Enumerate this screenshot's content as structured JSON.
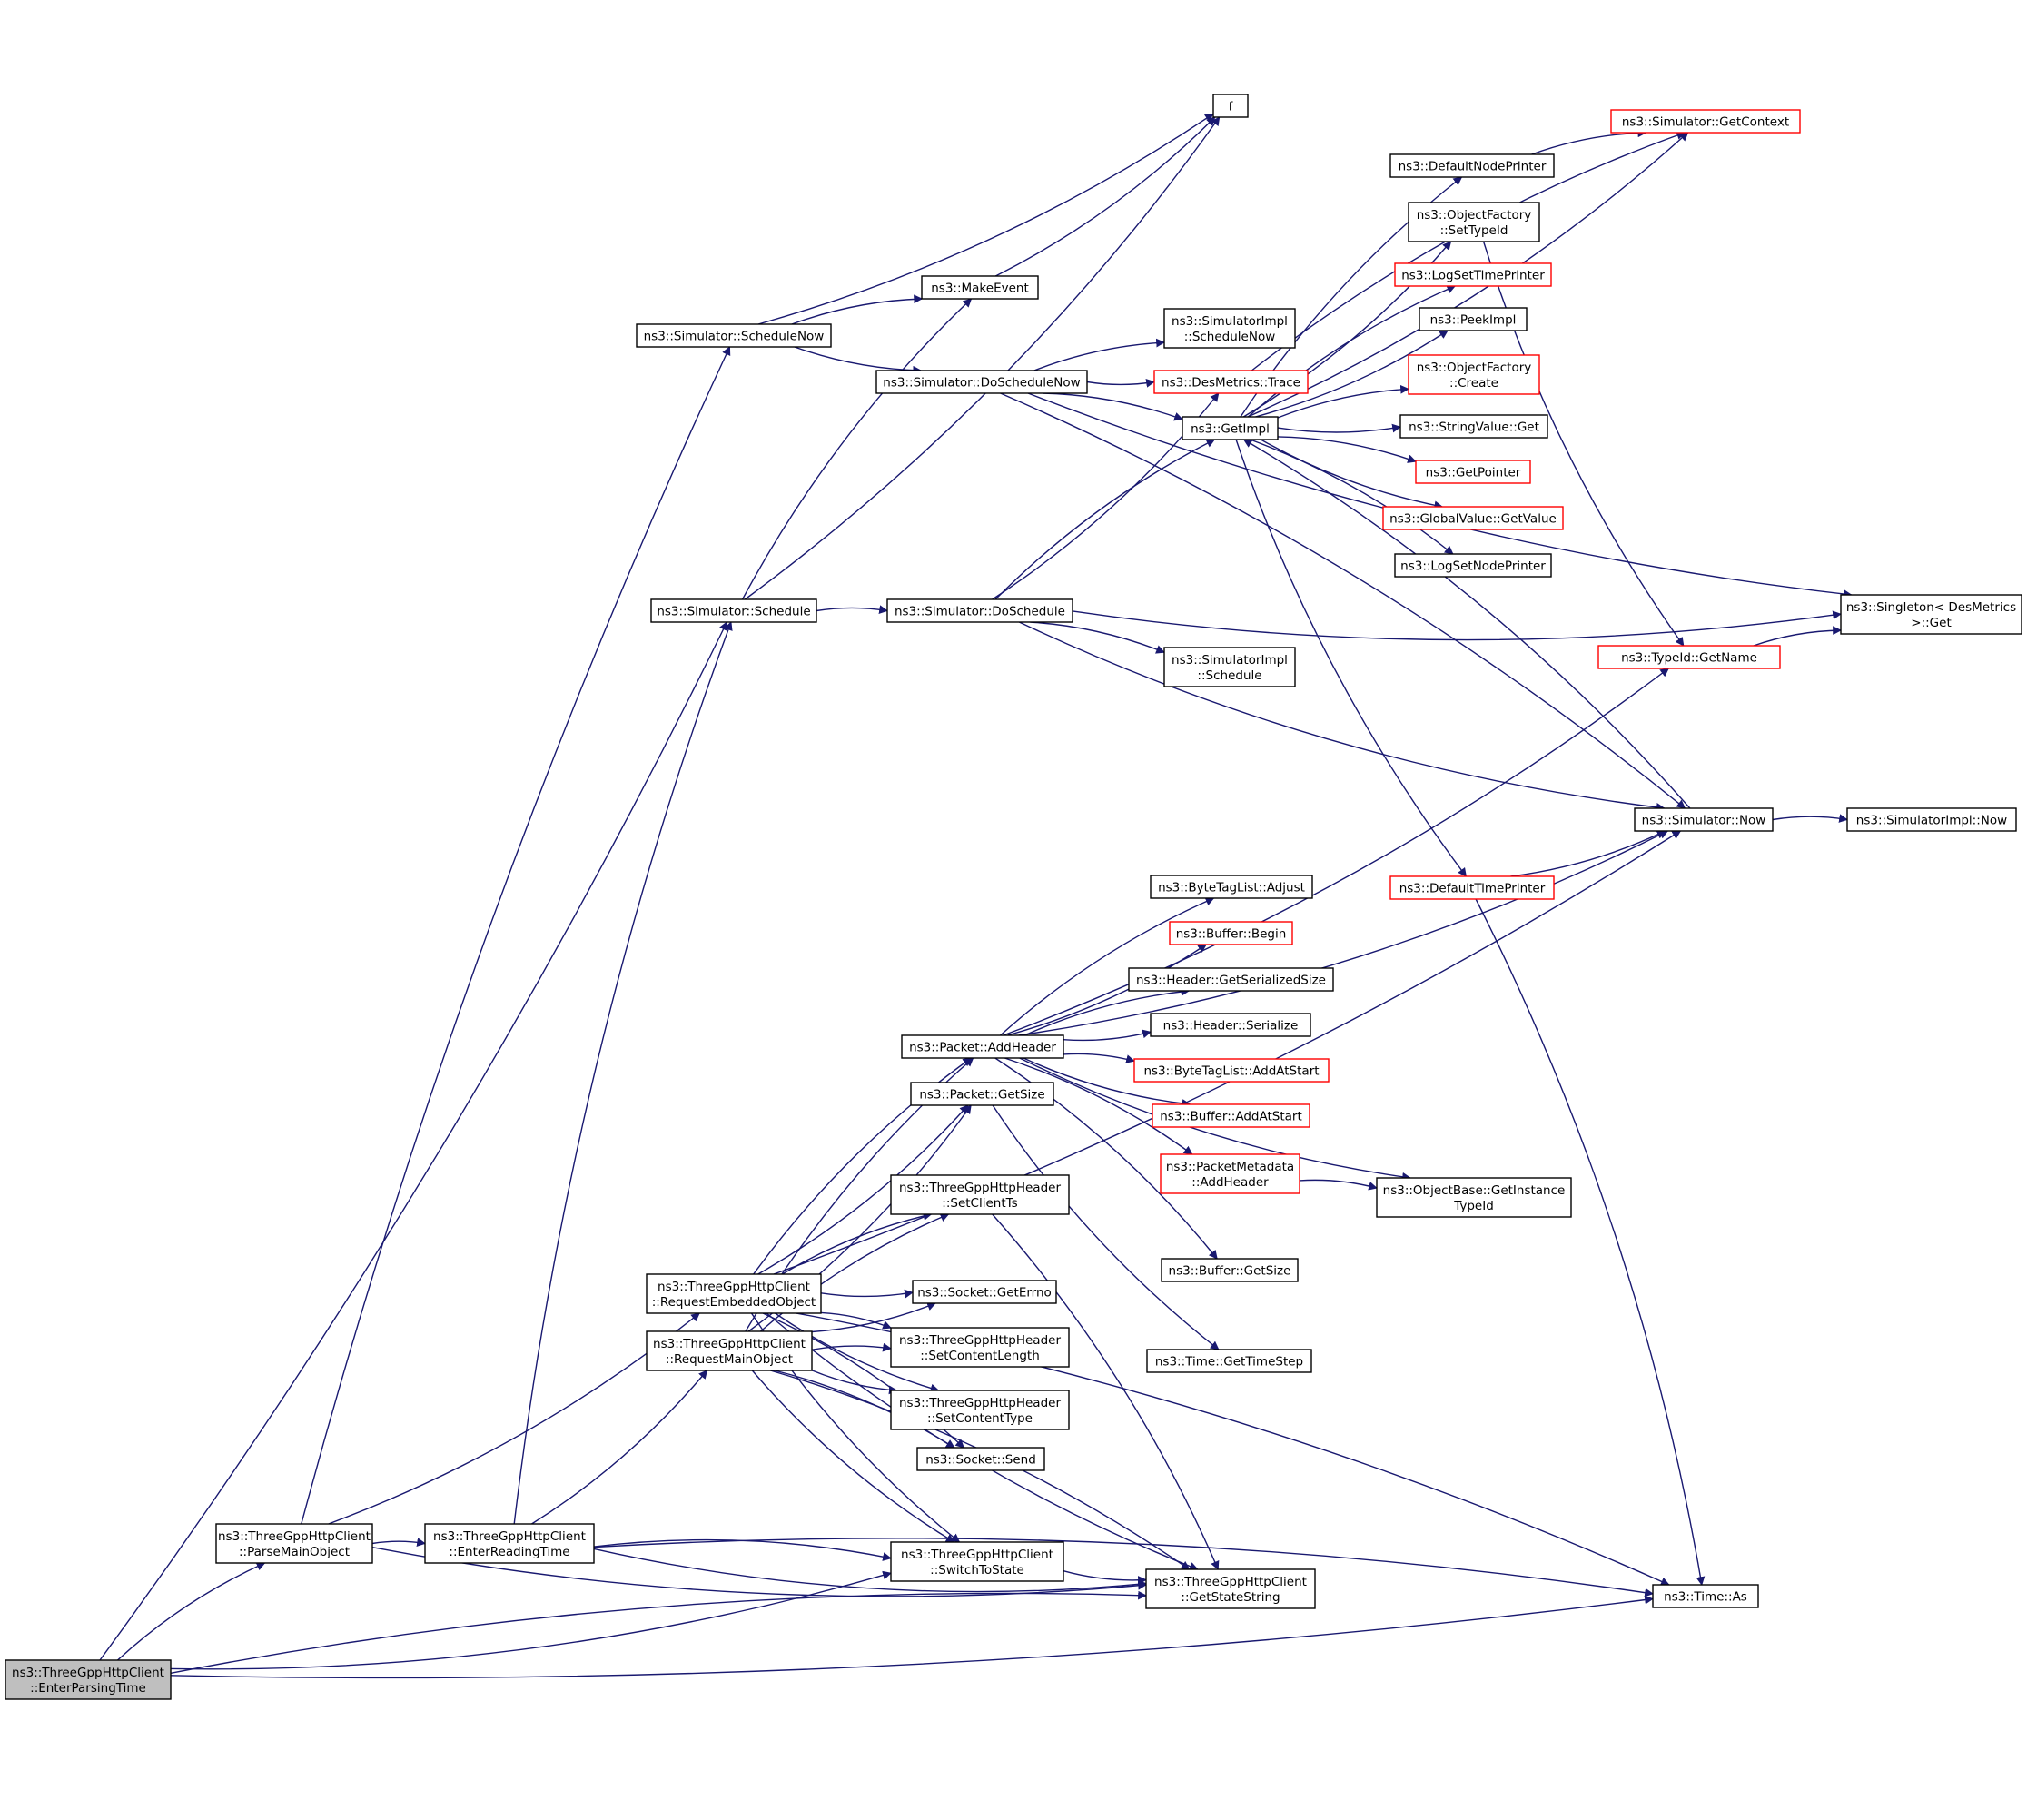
{
  "colors": {
    "edge": "#191970",
    "node_border": "#000000",
    "truncated_border": "#ff0000",
    "root_fill": "#bfbfbf",
    "node_fill": "#ffffff"
  },
  "nodes": [
    {
      "id": "root",
      "lines": [
        "ns3::ThreeGppHttpClient",
        "::EnterParsingTime"
      ],
      "style": "root"
    },
    {
      "id": "parseMain",
      "lines": [
        "ns3::ThreeGppHttpClient",
        "::ParseMainObject"
      ],
      "style": "normal"
    },
    {
      "id": "enterReading",
      "lines": [
        "ns3::ThreeGppHttpClient",
        "::EnterReadingTime"
      ],
      "style": "normal"
    },
    {
      "id": "reqEmbedded",
      "lines": [
        "ns3::ThreeGppHttpClient",
        "::RequestEmbeddedObject"
      ],
      "style": "normal"
    },
    {
      "id": "reqMain",
      "lines": [
        "ns3::ThreeGppHttpClient",
        "::RequestMainObject"
      ],
      "style": "normal"
    },
    {
      "id": "schedNow",
      "lines": [
        "ns3::Simulator::ScheduleNow"
      ],
      "style": "normal"
    },
    {
      "id": "schedule",
      "lines": [
        "ns3::Simulator::Schedule"
      ],
      "style": "normal"
    },
    {
      "id": "makeEvent",
      "lines": [
        "ns3::MakeEvent"
      ],
      "style": "normal"
    },
    {
      "id": "f",
      "lines": [
        "f"
      ],
      "style": "normal"
    },
    {
      "id": "doSchedNow",
      "lines": [
        "ns3::Simulator::DoScheduleNow"
      ],
      "style": "normal"
    },
    {
      "id": "doSched",
      "lines": [
        "ns3::Simulator::DoSchedule"
      ],
      "style": "normal"
    },
    {
      "id": "implSchedNow",
      "lines": [
        "ns3::SimulatorImpl",
        "::ScheduleNow"
      ],
      "style": "normal"
    },
    {
      "id": "desTrace",
      "lines": [
        "ns3::DesMetrics::Trace"
      ],
      "style": "truncated"
    },
    {
      "id": "getImpl",
      "lines": [
        "ns3::GetImpl"
      ],
      "style": "normal"
    },
    {
      "id": "implSched",
      "lines": [
        "ns3::SimulatorImpl",
        "::Schedule"
      ],
      "style": "normal"
    },
    {
      "id": "getContext",
      "lines": [
        "ns3::Simulator::GetContext"
      ],
      "style": "truncated"
    },
    {
      "id": "defNodePrinter",
      "lines": [
        "ns3::DefaultNodePrinter"
      ],
      "style": "normal"
    },
    {
      "id": "ofSetTypeId",
      "lines": [
        "ns3::ObjectFactory",
        "::SetTypeId"
      ],
      "style": "normal"
    },
    {
      "id": "logSetTimePrinter",
      "lines": [
        "ns3::LogSetTimePrinter"
      ],
      "style": "truncated"
    },
    {
      "id": "peekImpl",
      "lines": [
        "ns3::PeekImpl"
      ],
      "style": "normal"
    },
    {
      "id": "ofCreate",
      "lines": [
        "ns3::ObjectFactory",
        "::Create"
      ],
      "style": "truncated"
    },
    {
      "id": "strValGet",
      "lines": [
        "ns3::StringValue::Get"
      ],
      "style": "normal"
    },
    {
      "id": "getPointer",
      "lines": [
        "ns3::GetPointer"
      ],
      "style": "truncated"
    },
    {
      "id": "gvGetValue",
      "lines": [
        "ns3::GlobalValue::GetValue"
      ],
      "style": "truncated"
    },
    {
      "id": "logSetNodePrinter",
      "lines": [
        "ns3::LogSetNodePrinter"
      ],
      "style": "normal"
    },
    {
      "id": "singletonGet",
      "lines": [
        "ns3::Singleton< DesMetrics",
        " >::Get"
      ],
      "style": "normal"
    },
    {
      "id": "typeIdGetName",
      "lines": [
        "ns3::TypeId::GetName"
      ],
      "style": "truncated"
    },
    {
      "id": "simNow",
      "lines": [
        "ns3::Simulator::Now"
      ],
      "style": "normal"
    },
    {
      "id": "implNow",
      "lines": [
        "ns3::SimulatorImpl::Now"
      ],
      "style": "normal"
    },
    {
      "id": "defTimePrinter",
      "lines": [
        "ns3::DefaultTimePrinter"
      ],
      "style": "truncated"
    },
    {
      "id": "btlAdjust",
      "lines": [
        "ns3::ByteTagList::Adjust"
      ],
      "style": "normal"
    },
    {
      "id": "bufBegin",
      "lines": [
        "ns3::Buffer::Begin"
      ],
      "style": "truncated"
    },
    {
      "id": "hdrGetSerSize",
      "lines": [
        "ns3::Header::GetSerializedSize"
      ],
      "style": "normal"
    },
    {
      "id": "hdrSerialize",
      "lines": [
        "ns3::Header::Serialize"
      ],
      "style": "normal"
    },
    {
      "id": "pktAddHeader",
      "lines": [
        "ns3::Packet::AddHeader"
      ],
      "style": "normal"
    },
    {
      "id": "btlAddAtStart",
      "lines": [
        "ns3::ByteTagList::AddAtStart"
      ],
      "style": "truncated"
    },
    {
      "id": "bufAddAtStart",
      "lines": [
        "ns3::Buffer::AddAtStart"
      ],
      "style": "truncated"
    },
    {
      "id": "pktGetSize",
      "lines": [
        "ns3::Packet::GetSize"
      ],
      "style": "normal"
    },
    {
      "id": "pmAddHeader",
      "lines": [
        "ns3::PacketMetadata",
        "::AddHeader"
      ],
      "style": "truncated"
    },
    {
      "id": "obGetInstTypeId",
      "lines": [
        "ns3::ObjectBase::GetInstance",
        "TypeId"
      ],
      "style": "normal"
    },
    {
      "id": "hdrSetClientTs",
      "lines": [
        "ns3::ThreeGppHttpHeader",
        "::SetClientTs"
      ],
      "style": "normal"
    },
    {
      "id": "bufGetSize",
      "lines": [
        "ns3::Buffer::GetSize"
      ],
      "style": "normal"
    },
    {
      "id": "sockGetErrno",
      "lines": [
        "ns3::Socket::GetErrno"
      ],
      "style": "normal"
    },
    {
      "id": "hdrSetContentLength",
      "lines": [
        "ns3::ThreeGppHttpHeader",
        "::SetContentLength"
      ],
      "style": "normal"
    },
    {
      "id": "timeGetTimeStep",
      "lines": [
        "ns3::Time::GetTimeStep"
      ],
      "style": "normal"
    },
    {
      "id": "hdrSetContentType",
      "lines": [
        "ns3::ThreeGppHttpHeader",
        "::SetContentType"
      ],
      "style": "normal"
    },
    {
      "id": "sockSend",
      "lines": [
        "ns3::Socket::Send"
      ],
      "style": "normal"
    },
    {
      "id": "switchToState",
      "lines": [
        "ns3::ThreeGppHttpClient",
        "::SwitchToState"
      ],
      "style": "normal"
    },
    {
      "id": "getStateString",
      "lines": [
        "ns3::ThreeGppHttpClient",
        "::GetStateString"
      ],
      "style": "normal"
    },
    {
      "id": "timeAs",
      "lines": [
        "ns3::Time::As"
      ],
      "style": "normal"
    }
  ],
  "edges": [
    [
      "root",
      "schedule"
    ],
    [
      "root",
      "parseMain"
    ],
    [
      "root",
      "switchToState"
    ],
    [
      "root",
      "getStateString"
    ],
    [
      "root",
      "timeAs"
    ],
    [
      "parseMain",
      "schedNow"
    ],
    [
      "parseMain",
      "reqEmbedded"
    ],
    [
      "parseMain",
      "enterReading"
    ],
    [
      "parseMain",
      "getStateString"
    ],
    [
      "enterReading",
      "schedule"
    ],
    [
      "enterReading",
      "reqMain"
    ],
    [
      "enterReading",
      "switchToState"
    ],
    [
      "enterReading",
      "getStateString"
    ],
    [
      "enterReading",
      "timeAs"
    ],
    [
      "schedNow",
      "f"
    ],
    [
      "schedNow",
      "makeEvent"
    ],
    [
      "schedNow",
      "doSchedNow"
    ],
    [
      "schedule",
      "makeEvent"
    ],
    [
      "schedule",
      "f"
    ],
    [
      "schedule",
      "doSched"
    ],
    [
      "makeEvent",
      "f"
    ],
    [
      "doSchedNow",
      "implSchedNow"
    ],
    [
      "doSchedNow",
      "desTrace"
    ],
    [
      "doSchedNow",
      "getImpl"
    ],
    [
      "doSchedNow",
      "singletonGet"
    ],
    [
      "doSchedNow",
      "simNow"
    ],
    [
      "doSched",
      "desTrace"
    ],
    [
      "doSched",
      "getImpl"
    ],
    [
      "doSched",
      "singletonGet"
    ],
    [
      "doSched",
      "implSched"
    ],
    [
      "doSched",
      "simNow"
    ],
    [
      "desTrace",
      "getContext"
    ],
    [
      "getImpl",
      "getContext"
    ],
    [
      "getImpl",
      "defNodePrinter"
    ],
    [
      "getImpl",
      "ofSetTypeId"
    ],
    [
      "getImpl",
      "logSetTimePrinter"
    ],
    [
      "getImpl",
      "peekImpl"
    ],
    [
      "getImpl",
      "ofCreate"
    ],
    [
      "getImpl",
      "strValGet"
    ],
    [
      "getImpl",
      "getPointer"
    ],
    [
      "getImpl",
      "gvGetValue"
    ],
    [
      "getImpl",
      "logSetNodePrinter"
    ],
    [
      "getImpl",
      "defTimePrinter"
    ],
    [
      "defNodePrinter",
      "getContext"
    ],
    [
      "ofSetTypeId",
      "typeIdGetName"
    ],
    [
      "typeIdGetName",
      "singletonGet"
    ],
    [
      "simNow",
      "getImpl"
    ],
    [
      "simNow",
      "implNow"
    ],
    [
      "defTimePrinter",
      "simNow"
    ],
    [
      "defTimePrinter",
      "timeAs"
    ],
    [
      "reqEmbedded",
      "simNow"
    ],
    [
      "reqEmbedded",
      "pktAddHeader"
    ],
    [
      "reqEmbedded",
      "pktGetSize"
    ],
    [
      "reqEmbedded",
      "hdrSetClientTs"
    ],
    [
      "reqEmbedded",
      "sockGetErrno"
    ],
    [
      "reqEmbedded",
      "hdrSetContentLength"
    ],
    [
      "reqEmbedded",
      "hdrSetContentType"
    ],
    [
      "reqEmbedded",
      "sockSend"
    ],
    [
      "reqEmbedded",
      "switchToState"
    ],
    [
      "reqEmbedded",
      "timeAs"
    ],
    [
      "reqEmbedded",
      "getStateString"
    ],
    [
      "reqMain",
      "pktAddHeader"
    ],
    [
      "reqMain",
      "pktGetSize"
    ],
    [
      "reqMain",
      "hdrSetClientTs"
    ],
    [
      "reqMain",
      "sockGetErrno"
    ],
    [
      "reqMain",
      "hdrSetContentLength"
    ],
    [
      "reqMain",
      "hdrSetContentType"
    ],
    [
      "reqMain",
      "sockSend"
    ],
    [
      "reqMain",
      "switchToState"
    ],
    [
      "reqMain",
      "getStateString"
    ],
    [
      "pktAddHeader",
      "typeIdGetName"
    ],
    [
      "pktAddHeader",
      "btlAdjust"
    ],
    [
      "pktAddHeader",
      "bufBegin"
    ],
    [
      "pktAddHeader",
      "hdrGetSerSize"
    ],
    [
      "pktAddHeader",
      "hdrSerialize"
    ],
    [
      "pktAddHeader",
      "btlAddAtStart"
    ],
    [
      "pktAddHeader",
      "bufAddAtStart"
    ],
    [
      "pktAddHeader",
      "pmAddHeader"
    ],
    [
      "pktAddHeader",
      "obGetInstTypeId"
    ],
    [
      "pktAddHeader",
      "bufGetSize"
    ],
    [
      "pktAddHeader",
      "simNow"
    ],
    [
      "pmAddHeader",
      "obGetInstTypeId"
    ],
    [
      "pktGetSize",
      "timeGetTimeStep"
    ],
    [
      "hdrSetClientTs",
      "getStateString"
    ],
    [
      "switchToState",
      "getStateString"
    ]
  ]
}
